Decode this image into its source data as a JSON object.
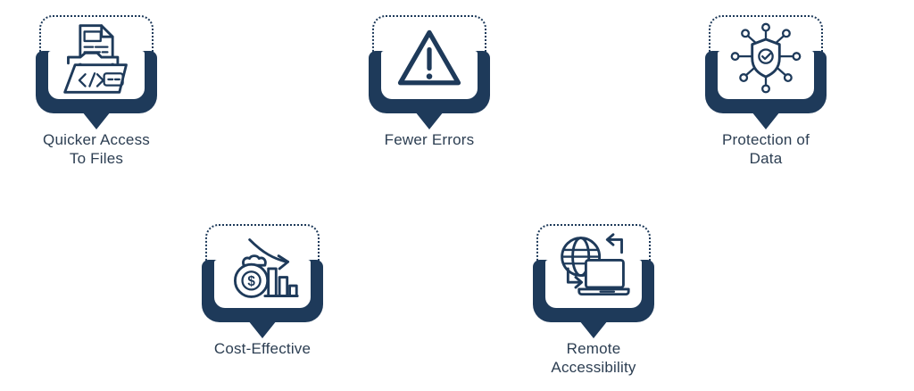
{
  "page": {
    "background": "#ffffff"
  },
  "colors": {
    "accent_navy": "#1e3a5a",
    "label_text": "#2c3e52"
  },
  "cards": [
    {
      "label": "Quicker Access\nTo Files",
      "icon": "code-folder-icon"
    },
    {
      "label": "Fewer Errors",
      "icon": "warning-triangle-icon"
    },
    {
      "label": "Protection of\nData",
      "icon": "shield-network-icon"
    },
    {
      "label": "Cost-Effective",
      "icon": "money-bag-chart-icon"
    },
    {
      "label": "Remote\nAccessibility",
      "icon": "globe-laptop-icon"
    }
  ]
}
